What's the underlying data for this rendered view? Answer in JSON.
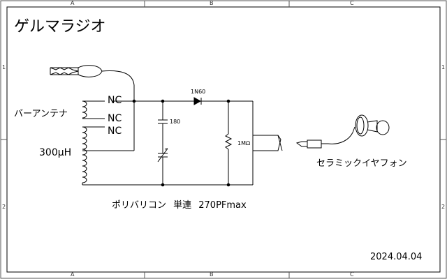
{
  "title": "ゲルマラジオ",
  "date": "2024.04.04",
  "frame": {
    "columns": [
      "A",
      "B",
      "C"
    ],
    "rows": [
      "1",
      "2"
    ]
  },
  "labels": {
    "bar_antenna": "バーアンテナ",
    "inductance": "300μH",
    "nc1": "NC",
    "nc2": "NC",
    "nc3": "NC",
    "diode": "1N60",
    "capacitor": "180",
    "resistor": "1MΩ",
    "variable_capacitor": "ポリバリコン 単連 270PFmax",
    "earphone": "セラミックイヤフォン"
  }
}
